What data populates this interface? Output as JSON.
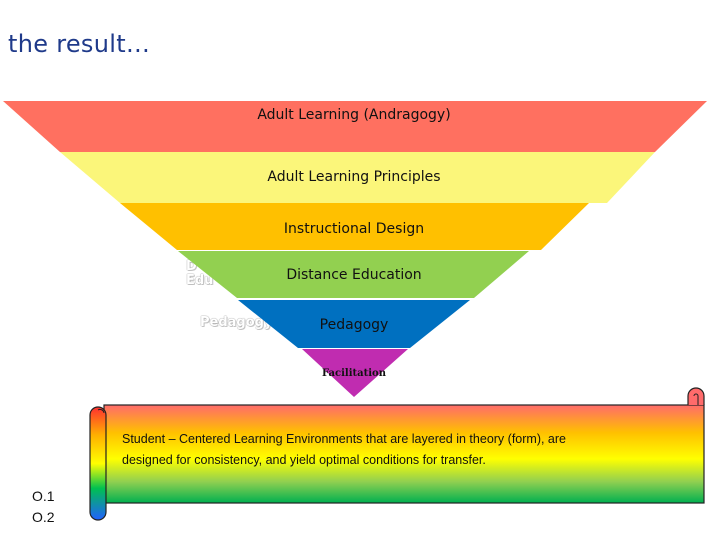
{
  "slide": {
    "title": "the result…"
  },
  "pyramid": {
    "layers": [
      {
        "label": "Adult Learning (Andragogy)",
        "color": "#ff7060"
      },
      {
        "label": "Adult Learning Principles",
        "color": "#fbf67a"
      },
      {
        "label": "Instructional Design",
        "color": "#ffc000"
      },
      {
        "label": "Distance Education",
        "color": "#92d050"
      },
      {
        "label": "Pedagogy",
        "color": "#0070c0"
      },
      {
        "label": "Facilitation",
        "color": "#c02cb0"
      }
    ],
    "ghost_labels": {
      "distance_education": [
        "D",
        "Edu"
      ],
      "pedagogy": "Pedagogy"
    }
  },
  "scroll": {
    "text_line1": "Student – Centered Learning Environments that are layered in theory (form), are",
    "text_line2": "designed for consistency, and yield optimal conditions for transfer."
  },
  "list": {
    "items": [
      "O.1",
      "O.2"
    ]
  }
}
